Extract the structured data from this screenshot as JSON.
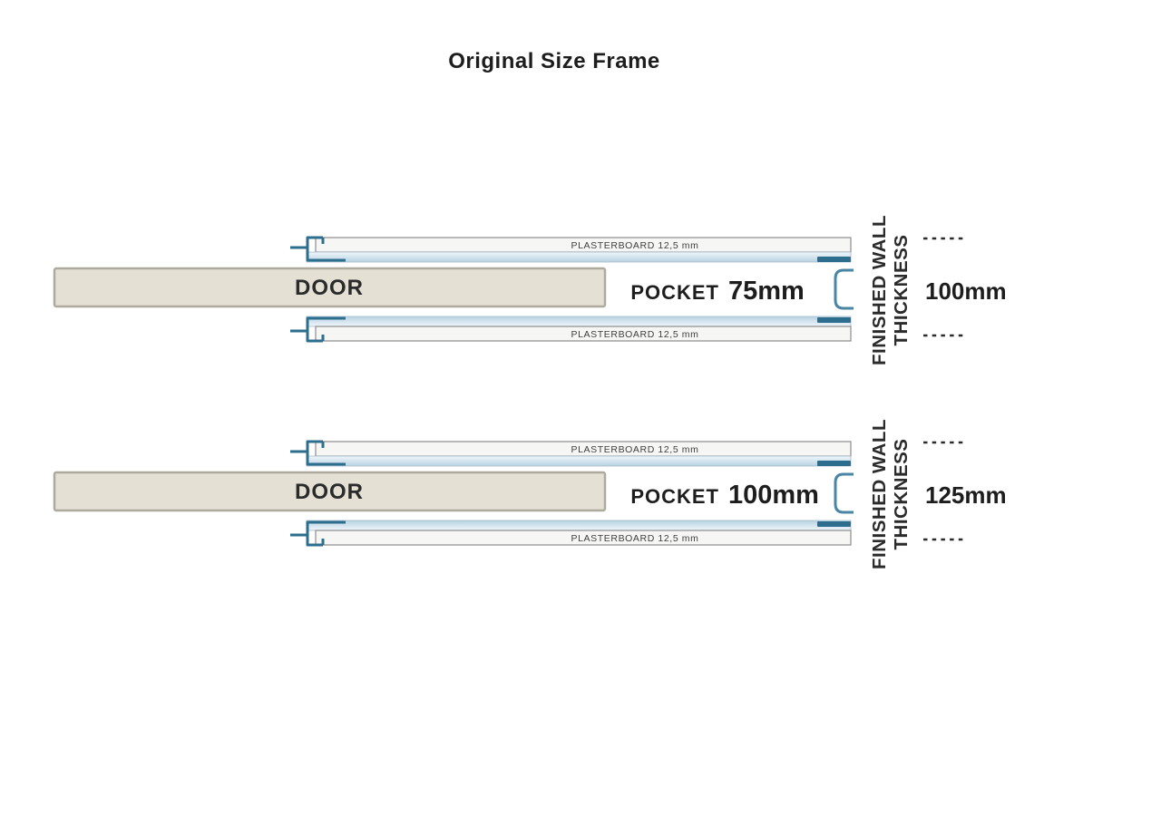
{
  "title": "Original Size Frame",
  "colors": {
    "frame_outline": "#2d6d8d",
    "jamb_outline": "#4a86a4",
    "stud_blue_light": "#cde0ec",
    "plasterboard_fill": "#f6f6f4",
    "door_fill": "#e4e0d4",
    "door_border": "#aeaa9e",
    "text": "#2b2b2b"
  },
  "diagrams": [
    {
      "door_label": "DOOR",
      "pocket_label": "POCKET",
      "pocket_size": "75mm",
      "plasterboard_label": "PLASTERBOARD 12,5 mm",
      "wall_label_line1": "FINISHED WALL",
      "wall_label_line2": "THICKNESS",
      "wall_thickness": "100mm"
    },
    {
      "door_label": "DOOR",
      "pocket_label": "POCKET",
      "pocket_size": "100mm",
      "plasterboard_label": "PLASTERBOARD 12,5 mm",
      "wall_label_line1": "FINISHED WALL",
      "wall_label_line2": "THICKNESS",
      "wall_thickness": "125mm"
    }
  ]
}
